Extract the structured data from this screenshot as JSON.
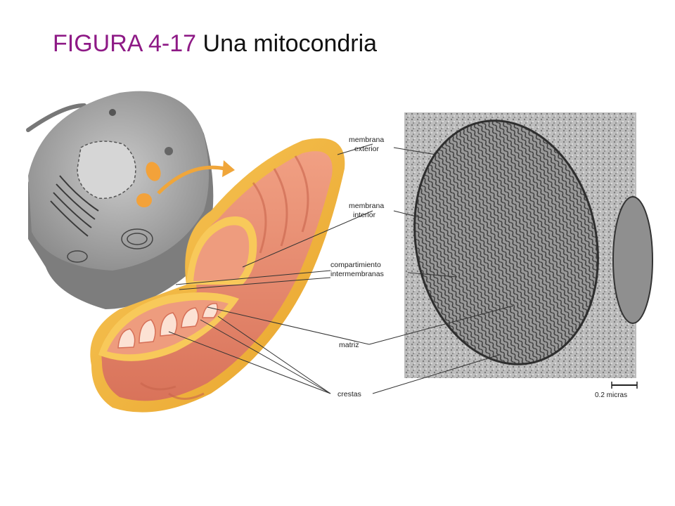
{
  "title": {
    "figure_number": "FIGURA 4-17",
    "caption": "Una mitocondria"
  },
  "labels": {
    "outer_membrane": [
      "membrana",
      "exterior"
    ],
    "inner_membrane": [
      "membrana",
      "interior"
    ],
    "intermembrane": [
      "compartimiento",
      "intermembranas"
    ],
    "matrix": "matriz",
    "cristae": "crestas"
  },
  "scale_bar": "0.2 micras",
  "colors": {
    "title_accent": "#8e1a86",
    "outer_membrane": "#f4b43c",
    "inner_tissue": "#e98a6c",
    "cell_gray": "#9a9a9a"
  }
}
